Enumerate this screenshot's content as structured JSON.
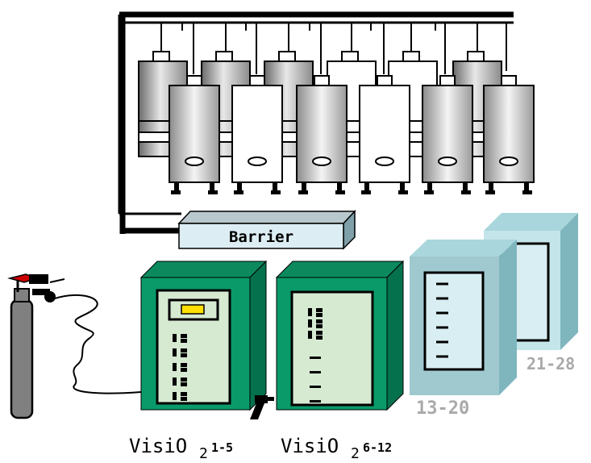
{
  "colors": {
    "line": "#000000",
    "tank_light": "#ffffff",
    "tank_gray": "#9a9a9a",
    "barrier_face": "#dcedf3",
    "unit_green": "#0a9a6a",
    "unit_green_dark": "#05724d",
    "panel": "#d6ead2",
    "unit_ghost": "#9fc9cf",
    "unit_ghost_panel": "#d9eef3",
    "ghost_text": "#a9a9a9",
    "gas_red": "#cc0000",
    "gas_body": "#808080",
    "indicator_yellow": "#ffe000"
  },
  "labels": {
    "barrier": "Barrier",
    "visio_1_5_main": "VisiO",
    "visio_1_5_sub": "2",
    "visio_1_5_range": "1-5",
    "visio_6_12_main": "VisiO",
    "visio_6_12_sub": "2",
    "visio_6_12_range": "6-12",
    "unit_13_20": "13-20",
    "unit_21_28": "21-28"
  },
  "icons": {
    "gas_cylinder": "gas-cylinder-icon",
    "valve": "valve-icon",
    "fermenter": "fermenter-tank-icon"
  }
}
